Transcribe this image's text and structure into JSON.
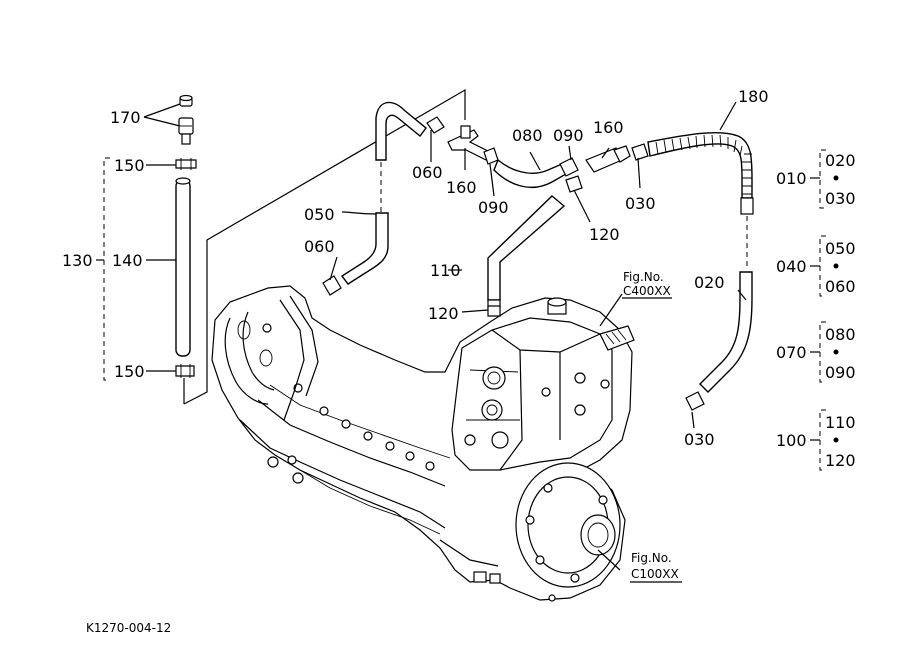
{
  "diagram": {
    "part_labels": {
      "p170": "170",
      "p150a": "150",
      "p130": "130",
      "p140": "140",
      "p150b": "150",
      "p050": "050",
      "p060a": "060",
      "p060b": "060",
      "p160a": "160",
      "p090a": "090",
      "p080": "080",
      "p090b": "090",
      "p160b": "160",
      "p030a": "030",
      "p120a": "120",
      "p180": "180",
      "p110": "110",
      "p120b": "120",
      "p020": "020",
      "p030b": "030"
    },
    "figure_refs": {
      "c400_label": "Fig.No.",
      "c400_code": "C400XX",
      "c100_label": "Fig.No.",
      "c100_code": "C100XX"
    },
    "groups": [
      {
        "main": "010",
        "top": "020",
        "bottom": "030"
      },
      {
        "main": "040",
        "top": "050",
        "bottom": "060"
      },
      {
        "main": "070",
        "top": "080",
        "bottom": "090"
      },
      {
        "main": "100",
        "top": "110",
        "bottom": "120"
      }
    ],
    "drawing_code": "K1270-004-12"
  }
}
